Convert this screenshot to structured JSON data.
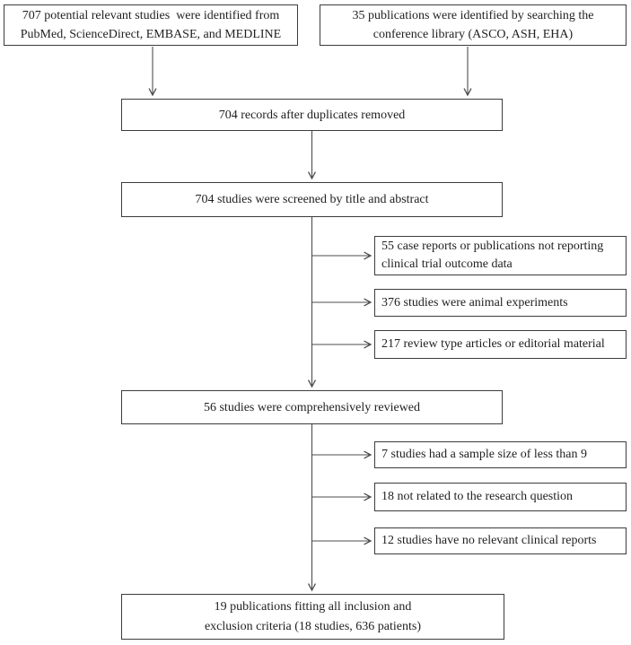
{
  "diagram": {
    "type": "flowchart",
    "subject": "study-selection-flow",
    "colors": {
      "background": "#ffffff",
      "box_border": "#3c3c3c",
      "text": "#1f1f1f",
      "arrow": "#4d4d4d"
    },
    "nodes": {
      "source_primary": {
        "lines": [
          "707 potential relevant studies  were identified from",
          "PubMed, ScienceDirect, EMBASE, and MEDLINE"
        ]
      },
      "source_conference": {
        "lines": [
          "35 publications were identified by searching the",
          "conference library (ASCO, ASH, EHA)"
        ]
      },
      "dedup": {
        "lines": [
          "704 records after duplicates removed"
        ]
      },
      "screened": {
        "lines": [
          "704 studies were screened by title and abstract"
        ]
      },
      "excl_case_reports": {
        "lines": [
          "55 case reports or publications not reporting",
          "clinical trial outcome data"
        ]
      },
      "excl_animal": {
        "lines": [
          "376 studies were animal experiments"
        ]
      },
      "excl_review": {
        "lines": [
          "217 review type articles or editorial material"
        ]
      },
      "reviewed": {
        "lines": [
          "56 studies were comprehensively reviewed"
        ]
      },
      "excl_sample_size": {
        "lines": [
          "7 studies had a sample size of less than 9"
        ]
      },
      "excl_not_related": {
        "lines": [
          "18 not related to the research question"
        ]
      },
      "excl_no_reports": {
        "lines": [
          "12 studies have no relevant clinical reports"
        ]
      },
      "included": {
        "lines": [
          "19 publications fitting all inclusion and",
          "exclusion criteria (18 studies, 636 patients)"
        ]
      }
    },
    "edges": [
      "source_primary -> dedup",
      "source_conference -> dedup",
      "dedup -> screened",
      "screened -> reviewed",
      "screened -> excl_case_reports",
      "screened -> excl_animal",
      "screened -> excl_review",
      "reviewed -> included",
      "reviewed -> excl_sample_size",
      "reviewed -> excl_not_related",
      "reviewed -> excl_no_reports"
    ]
  }
}
